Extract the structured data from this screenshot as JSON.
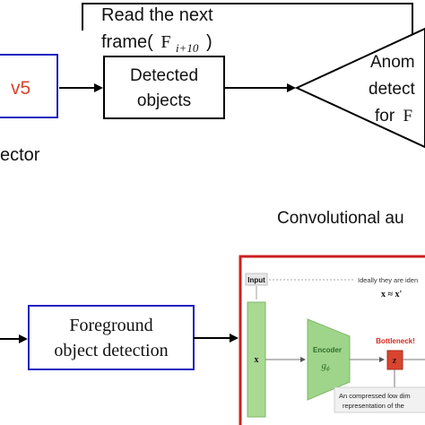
{
  "top": {
    "read_next_line1": "Read the next",
    "read_next_line2": "frame(",
    "frame_symbol": "F",
    "frame_subscript": "i+10",
    "frame_close": ")",
    "yolo_fragment": "v5",
    "detector_fragment": "ector",
    "detected_line1": "Detected",
    "detected_line2": "objects",
    "anomaly_line1": "Anom",
    "anomaly_line2": "detect",
    "anomaly_line3_prefix": "for",
    "anomaly_line3_symbol": "F"
  },
  "bottom": {
    "conv_title": "Convolutional au",
    "foreground_line1": "Foreground",
    "foreground_line2": "object detection"
  },
  "autoencoder": {
    "input_label": "Input",
    "ideal_text": "Ideally they are iden",
    "approx_text": "x ≈ x'",
    "x_label": "x",
    "encoder_label": "Encoder",
    "encoder_symbol": "g",
    "encoder_subscript": "ϕ",
    "bottleneck_label": "Bottleneck!",
    "z_label": "z",
    "note_line1": "An compressed low dim",
    "note_line2": "representation of the"
  },
  "colors": {
    "blue_box": "#1f1fbf",
    "red_frame": "#cc1f1f",
    "encoder_green": "#9fd58a",
    "x_green": "#a9d992",
    "z_red": "#d9442e",
    "bottleneck_red": "#d42a1e"
  }
}
